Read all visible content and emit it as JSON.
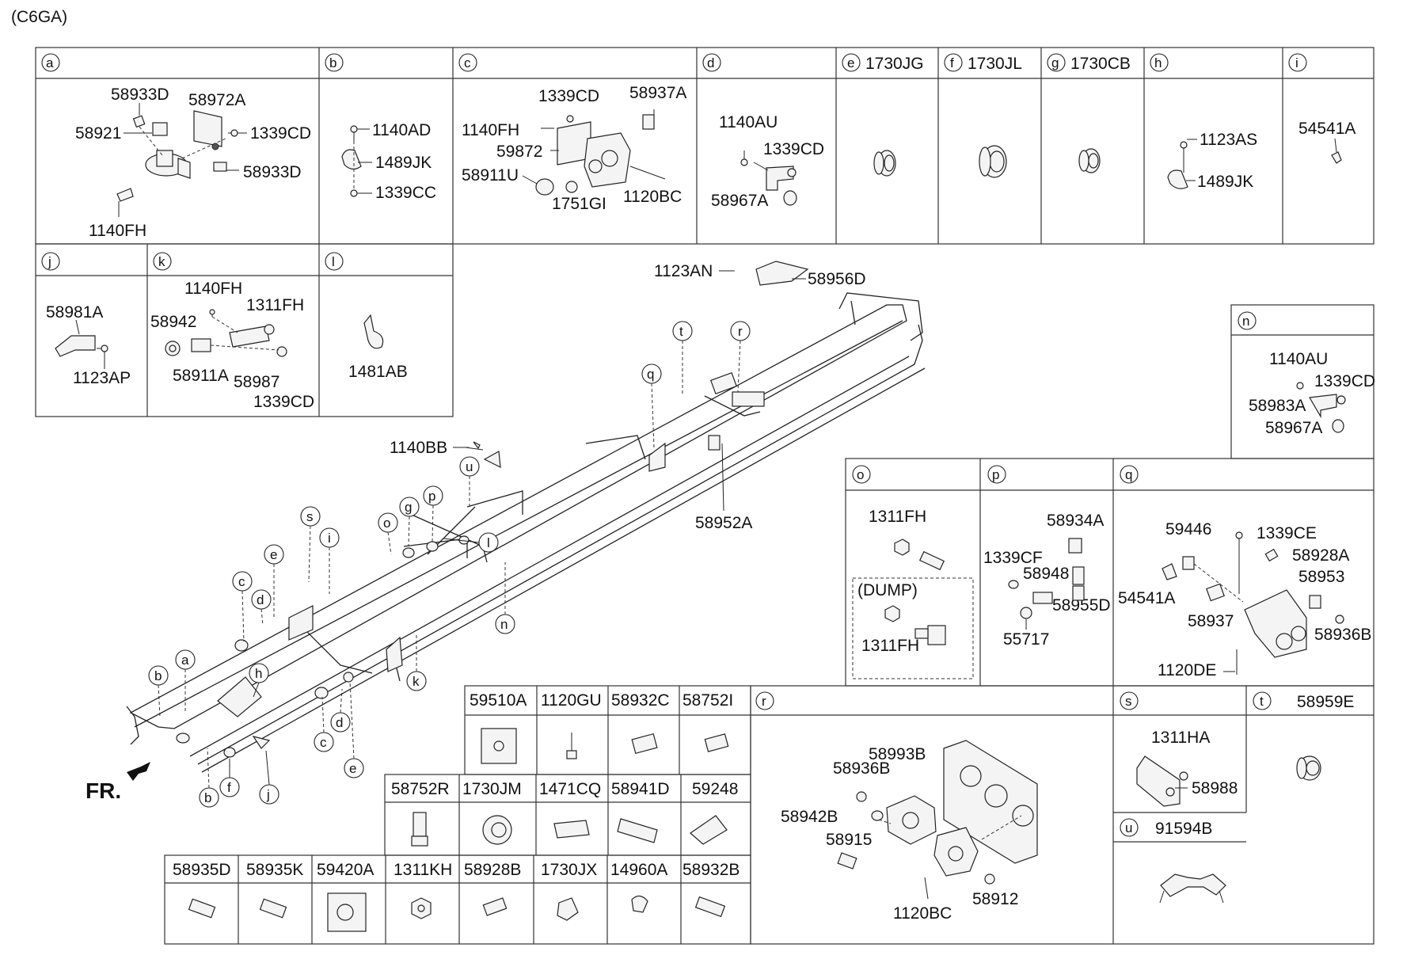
{
  "code": "(C6GA)",
  "front_label": "FR.",
  "callouts_top": [
    {
      "key": "a",
      "part": ""
    },
    {
      "key": "b",
      "part": ""
    },
    {
      "key": "c",
      "part": ""
    },
    {
      "key": "d",
      "part": ""
    },
    {
      "key": "e",
      "part": "1730JG"
    },
    {
      "key": "f",
      "part": "1730JL"
    },
    {
      "key": "g",
      "part": "1730CB"
    },
    {
      "key": "h",
      "part": ""
    },
    {
      "key": "i",
      "part": ""
    }
  ],
  "callouts_row2": [
    {
      "key": "j"
    },
    {
      "key": "k"
    },
    {
      "key": "l"
    }
  ],
  "panel_a": [
    "58933D",
    "58972A",
    "58921",
    "1339CD",
    "58933D",
    "1140FH"
  ],
  "panel_b": [
    "1140AD",
    "1489JK",
    "1339CC"
  ],
  "panel_c": [
    "1339CD",
    "58937A",
    "1140FH",
    "59872",
    "58911U",
    "1751GI",
    "1120BC"
  ],
  "panel_d": [
    "1140AU",
    "1339CD",
    "58967A"
  ],
  "panel_h": [
    "1123AS",
    "1489JK"
  ],
  "panel_i": [
    "54541A"
  ],
  "panel_j": [
    "58981A",
    "1123AP"
  ],
  "panel_k": [
    "1140FH",
    "1311FH",
    "58942",
    "58911A",
    "58987",
    "1339CD"
  ],
  "panel_l": [
    "1481AB"
  ],
  "frame_labels": [
    "1123AN",
    "58956D",
    "1140BB",
    "58952A"
  ],
  "frame_callouts": [
    "t",
    "r",
    "q",
    "u",
    "s",
    "i",
    "e",
    "o",
    "g",
    "p",
    "l",
    "c",
    "d",
    "n",
    "a",
    "b",
    "h",
    "k",
    "c",
    "d",
    "e",
    "b",
    "f",
    "j"
  ],
  "panel_n": {
    "key": "n",
    "parts": [
      "1140AU",
      "1339CD",
      "58983A",
      "58967A"
    ]
  },
  "panel_o": {
    "key": "o",
    "parts": [
      "1311FH",
      "1311FH"
    ],
    "dump": "(DUMP)"
  },
  "panel_p": {
    "key": "p",
    "parts": [
      "58934A",
      "1339CF",
      "58948",
      "58955D",
      "55717"
    ]
  },
  "panel_q": {
    "key": "q",
    "parts": [
      "59446",
      "1339CE",
      "58928A",
      "58953",
      "54541A",
      "58937",
      "58936B",
      "1120DE"
    ]
  },
  "panel_r": {
    "key": "r",
    "parts": [
      "58993B",
      "58936B",
      "58942B",
      "58915",
      "1120BC",
      "58912"
    ]
  },
  "panel_s": {
    "key": "s",
    "parts": [
      "1311HA",
      "58988"
    ]
  },
  "panel_t": {
    "key": "t",
    "part": "58959E"
  },
  "panel_u": {
    "key": "u",
    "part": "91594B"
  },
  "grid_row1": [
    "59510A",
    "1120GU",
    "58932C",
    "58752I"
  ],
  "grid_row2": [
    "58752R",
    "1730JM",
    "1471CQ",
    "58941D",
    "59248"
  ],
  "grid_row3": [
    "58935D",
    "58935K",
    "59420A",
    "1311KH",
    "58928B",
    "1730JX",
    "14960A",
    "58932B"
  ]
}
